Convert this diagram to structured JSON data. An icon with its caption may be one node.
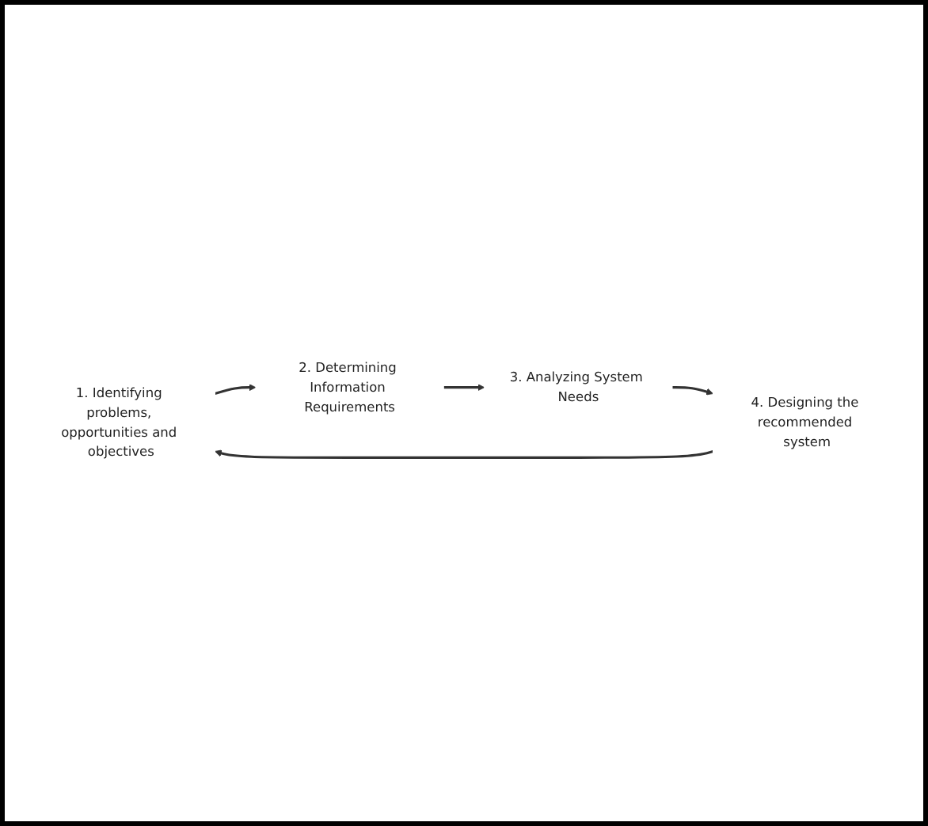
{
  "diagram": {
    "nodes": [
      {
        "text": [
          "1. Identifying problems, opportunities and objectives"
        ]
      },
      {
        "text": [
          "2. Determining Information Requirements"
        ]
      },
      {
        "text": [
          "3. Analyzing System Needs"
        ]
      },
      {
        "text": [
          "4. Designing the recommended system"
        ]
      }
    ],
    "edges": [
      {
        "from": 0,
        "to": 1,
        "arrow": "to"
      },
      {
        "from": 1,
        "to": 2,
        "arrow": "to"
      },
      {
        "from": 2,
        "to": 3,
        "arrow": "to"
      },
      {
        "from": 3,
        "to": 0,
        "arrow": "to"
      }
    ]
  }
}
